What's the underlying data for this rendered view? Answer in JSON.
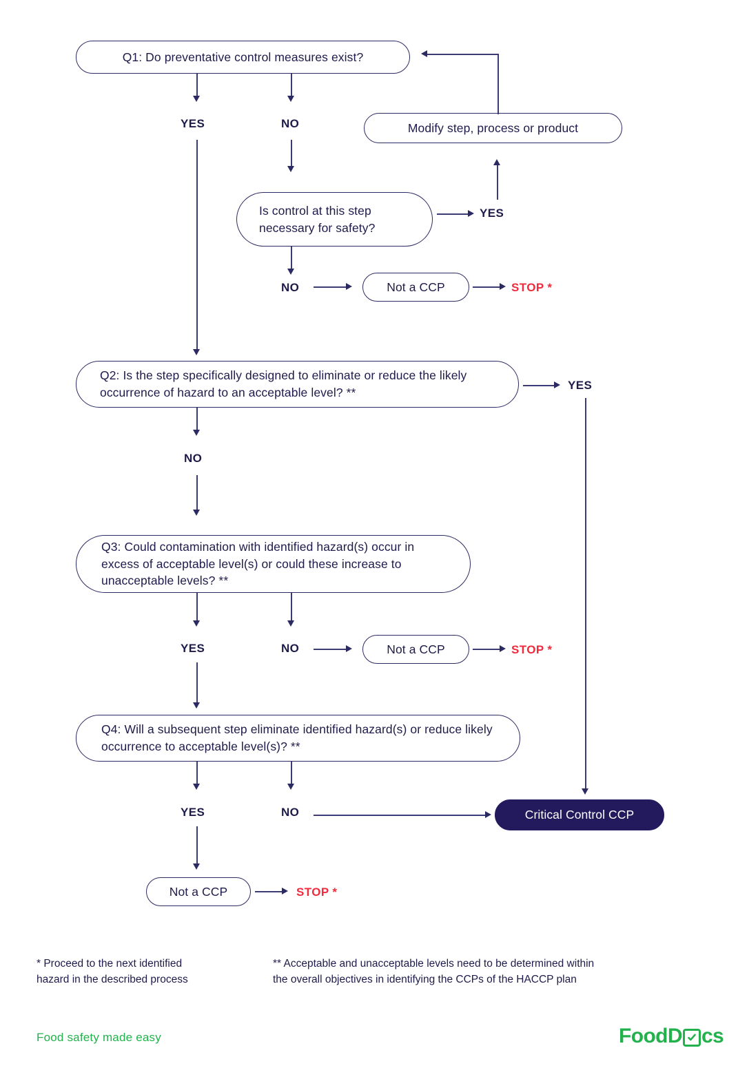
{
  "title": "HACCP CCP Decision Tree",
  "colors": {
    "navy": "#1e1b4b",
    "line": "#3b3a72",
    "dark_pill": "#231a5e",
    "stop_red": "#ef2b3d",
    "brand_green": "#22b14c"
  },
  "nodes": {
    "q1": "Q1: Do preventative control measures exist?",
    "modify": "Modify step, process or product",
    "control_needed": "Is control at this step necessary for safety?",
    "not_a_ccp_1": "Not a CCP",
    "q2": "Q2: Is the step specifically designed to eliminate or reduce the likely occurrence of hazard to an acceptable level? **",
    "q3": "Q3: Could contamination with identified hazard(s) occur in excess of acceptable level(s) or could these increase to unacceptable levels? **",
    "not_a_ccp_2": "Not a CCP",
    "q4": "Q4: Will a subsequent step eliminate identified hazard(s) or reduce likely occurrence to acceptable level(s)? **",
    "not_a_ccp_3": "Not a CCP",
    "critical_control_ccp": "Critical Control CCP"
  },
  "labels": {
    "q1_yes": "YES",
    "q1_no": "NO",
    "control_yes": "YES",
    "control_no": "NO",
    "stop_1": "STOP *",
    "q2_yes": "YES",
    "q2_no": "NO",
    "q3_yes": "YES",
    "q3_no": "NO",
    "stop_2": "STOP *",
    "q4_yes": "YES",
    "q4_no": "NO",
    "stop_3": "STOP *"
  },
  "footnotes": {
    "single_star_line1": "* Proceed to the next identified",
    "single_star_line2": "hazard in the described process",
    "double_star_line1": "** Acceptable and unacceptable levels need to be determined within",
    "double_star_line2": "the overall objectives in identifying the CCPs of the HACCP plan"
  },
  "footer": {
    "tagline": "Food safety made easy",
    "logo_part1": "FoodD",
    "logo_part2": "cs"
  }
}
